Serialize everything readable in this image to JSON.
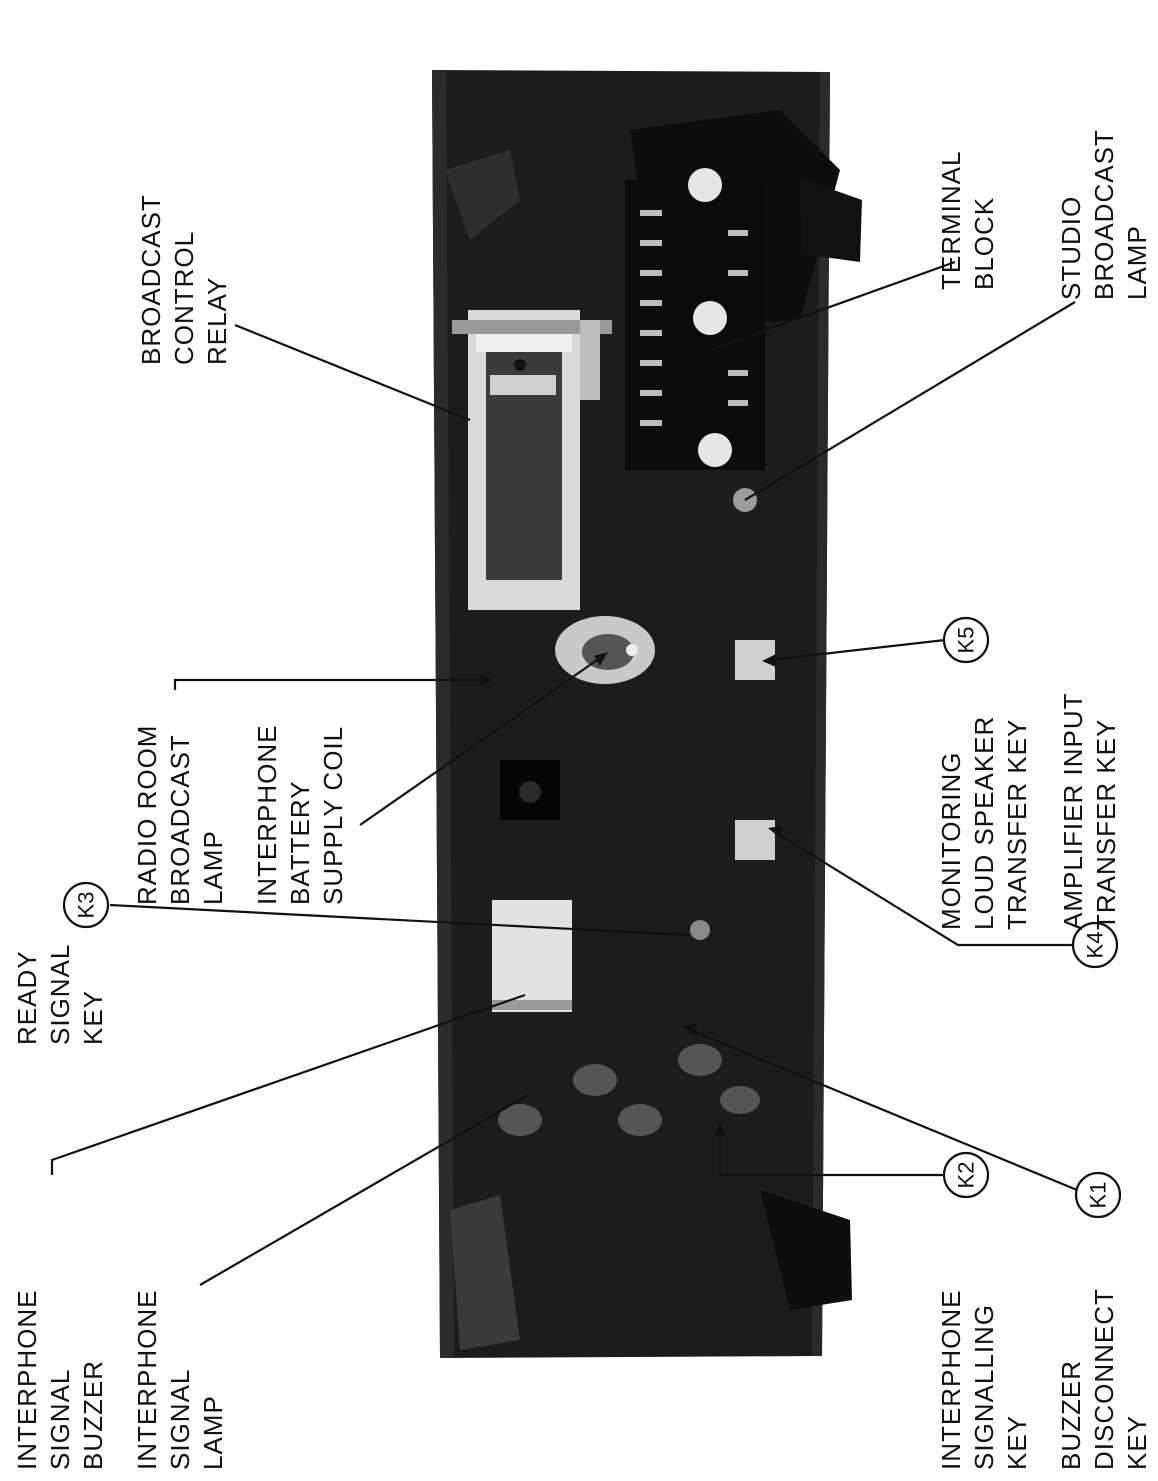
{
  "callouts": {
    "interphone_signal_buzzer": [
      "INTERPHONE",
      "SIGNAL",
      "BUZZER"
    ],
    "interphone_signal_lamp": [
      "INTERPHONE",
      "SIGNAL",
      "LAMP"
    ],
    "interphone_signalling_key": [
      "INTERPHONE",
      "SIGNALLING",
      "KEY"
    ],
    "buzzer_disconnect_key": [
      "BUZZER",
      "DISCONNECT",
      "KEY"
    ],
    "ready_signal_key": [
      "READY",
      "SIGNAL",
      "KEY"
    ],
    "radio_room_broadcast_lamp": [
      "RADIO ROOM",
      "BROADCAST",
      "LAMP"
    ],
    "interphone_battery_supply_coil": [
      "INTERPHONE",
      "BATTERY",
      "SUPPLY COIL"
    ],
    "broadcast_control_relay": [
      "BROADCAST",
      "CONTROL",
      "RELAY"
    ],
    "terminal_block": [
      "TERMINAL",
      "BLOCK"
    ],
    "studio_broadcast_lamp": [
      "STUDIO",
      "BROADCAST",
      "LAMP"
    ],
    "monitoring_loud_speaker_transfer_key": [
      "MONITORING",
      "LOUD SPEAKER",
      "TRANSFER KEY"
    ],
    "amplifier_input_transfer_key": [
      "AMPLIFIER INPUT",
      "TRANSFER KEY"
    ]
  },
  "key_markers": {
    "k1": "K1",
    "k2": "K2",
    "k3": "K3",
    "k4": "K4",
    "k5": "K5"
  },
  "colors": {
    "panel": "#1c1c1c",
    "panel_edge": "#2b2b2b",
    "component_light": "#d9d9d9",
    "ink": "#111111",
    "paper": "#ffffff"
  }
}
